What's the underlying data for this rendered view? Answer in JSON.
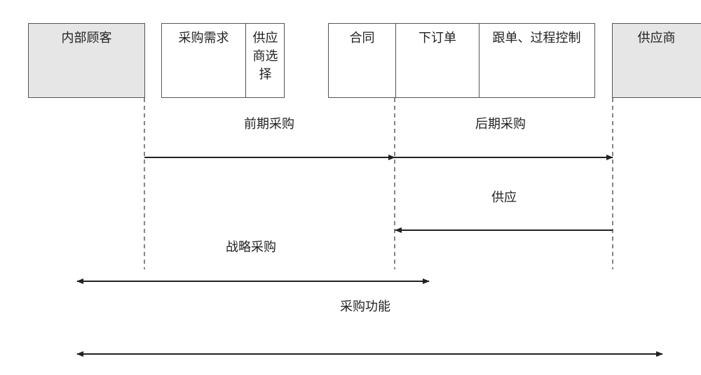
{
  "actors": {
    "internal_customer": "内部顾客",
    "supplier": "供应商"
  },
  "stages": {
    "group1": [
      "采购需求",
      "供应商选择"
    ],
    "group2": [
      "合同",
      "下订单",
      "跟单、过程控制"
    ]
  },
  "labels": {
    "early_procurement": "前期采购",
    "late_procurement": "后期采购",
    "supply": "供应",
    "strategic_procurement": "战略采购",
    "procurement_function": "采购功能"
  }
}
